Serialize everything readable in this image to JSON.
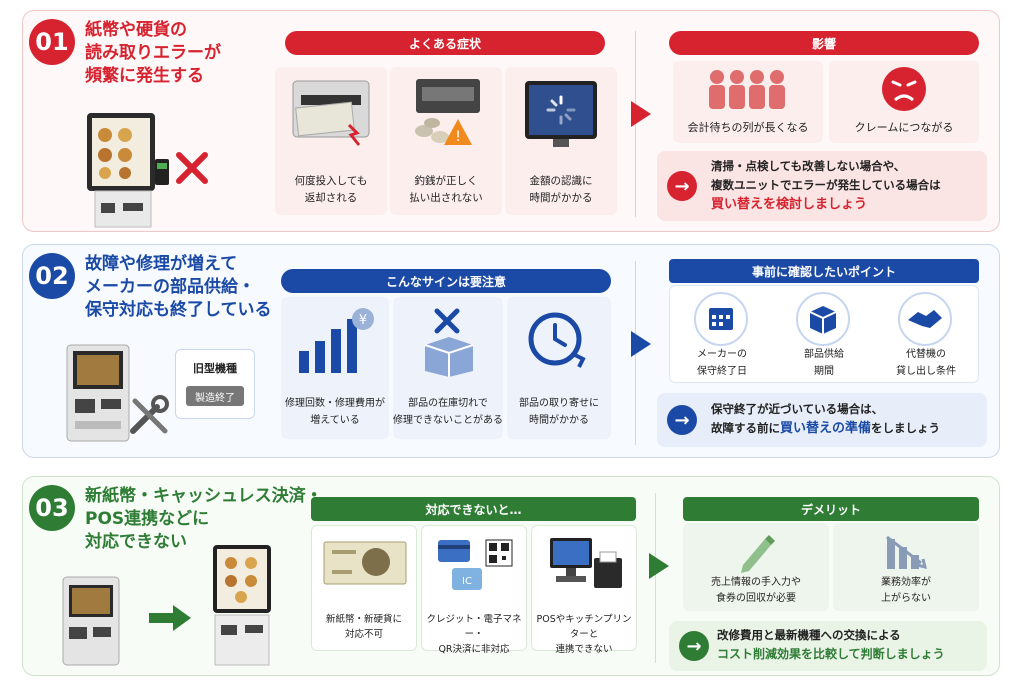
{
  "colors": {
    "red": "#d7232f",
    "blue": "#1b4aa6",
    "green": "#2f7d35"
  },
  "s1": {
    "num": "01",
    "title": "紙幣や硬貨の\n読み取りエラーが\n頻繁に発生する",
    "symptoms_header": "よくある症状",
    "symptoms": [
      {
        "text": "何度投入しても\n返却される",
        "icon": "bill-reject-icon"
      },
      {
        "text": "釣銭が正しく\n払い出されない",
        "icon": "coin-error-icon"
      },
      {
        "text": "金額の認識に\n時間がかかる",
        "icon": "loading-monitor-icon"
      }
    ],
    "impact_header": "影響",
    "impacts": [
      {
        "text": "会計待ちの列が長くなる",
        "icon": "queue-icon"
      },
      {
        "text": "クレームにつながる",
        "icon": "angry-face-icon"
      }
    ],
    "note_line1": "清掃・点検しても改善しない場合や、",
    "note_line2": "複数ユニットでエラーが発生している場合は",
    "note_emphasis": "買い替えを検討しましょう"
  },
  "s2": {
    "num": "02",
    "title": "故障や修理が増えて\nメーカーの部品供給・\n保守対応も終了している",
    "old_label": "旧型機種",
    "old_badge": "製造終了",
    "signs_header": "こんなサインは要注意",
    "signs": [
      {
        "text": "修理回数・修理費用が\n増えている",
        "icon": "rising-cost-chart-icon"
      },
      {
        "text": "部品の在庫切れで\n修理できないことがある",
        "icon": "out-of-stock-box-icon"
      },
      {
        "text": "部品の取り寄せに\n時間がかかる",
        "icon": "clock-icon"
      }
    ],
    "check_header": "事前に確認したいポイント",
    "checks": [
      {
        "text": "メーカーの\n保守終了日",
        "icon": "calendar-icon"
      },
      {
        "text": "部品供給\n期間",
        "icon": "parts-box-icon"
      },
      {
        "text": "代替機の\n貸し出し条件",
        "icon": "handshake-icon"
      }
    ],
    "note_line1": "保守終了が近づいている場合は、",
    "note_prefix": "故障する前に",
    "note_emphasis": "買い替えの準備",
    "note_suffix": "をしましょう"
  },
  "s3": {
    "num": "03",
    "title": "新紙幣・キャッシュレス決済・\nPOS連携などに\n対応できない",
    "cant_header": "対応できないと…",
    "cants": [
      {
        "text": "新紙幣・新硬貨に\n対応不可",
        "icon": "banknote-icon"
      },
      {
        "text": "クレジット・電子マネー・\nQR決済に非対応",
        "icon": "cashless-payment-icon"
      },
      {
        "text": "POSやキッチンプリンターと\n連携できない",
        "icon": "pos-printer-icon"
      }
    ],
    "demerit_header": "デメリット",
    "demerits": [
      {
        "text": "売上情報の手入力や\n食券の回収が必要",
        "icon": "pencil-icon"
      },
      {
        "text": "業務効率が\n上がらない",
        "icon": "declining-chart-icon"
      }
    ],
    "note_line1": "改修費用と最新機種への交換による",
    "note_emphasis": "コスト削減効果を比較して判断しましょう"
  }
}
